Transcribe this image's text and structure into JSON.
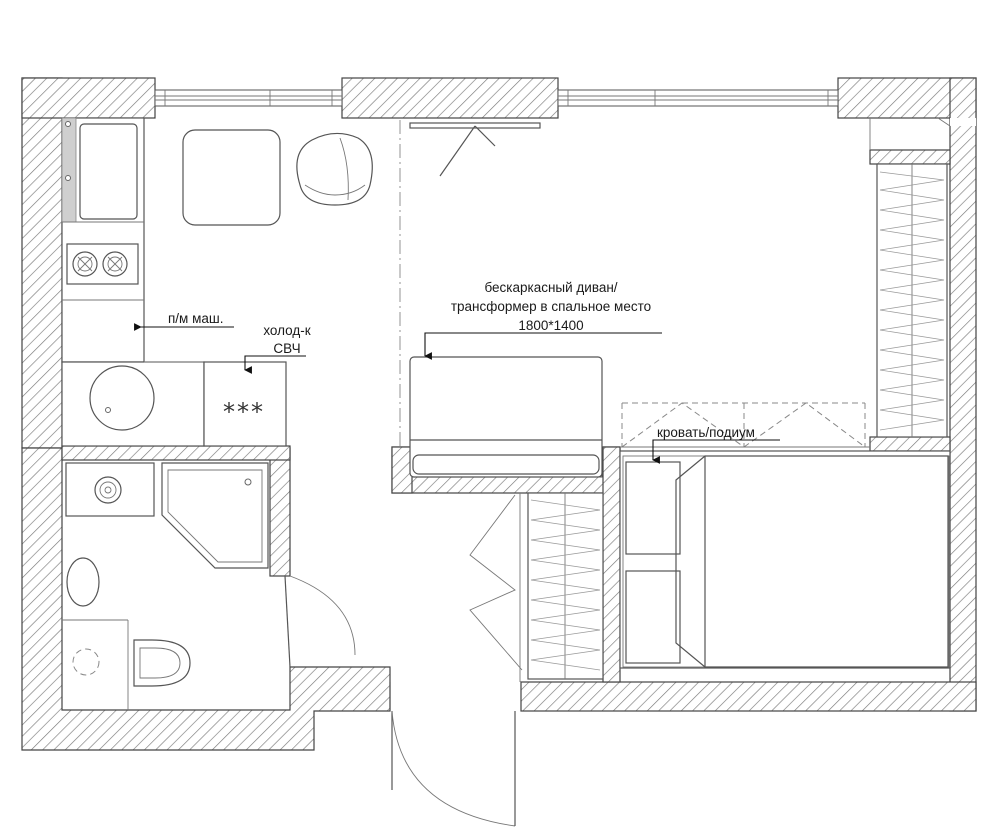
{
  "labels": {
    "sofa_line1": "бескаркасный диван/",
    "sofa_line2": "трансформер в спальное место",
    "sofa_line3": "1800*1400",
    "washing_machine": "п/м маш.",
    "fridge_line1": "холод-к",
    "fridge_line2": "СВЧ",
    "fridge_stars": "***",
    "bed": "кровать/подиум"
  },
  "colors": {
    "wall_hatch": "#777777",
    "line": "#555555",
    "leader": "#111111",
    "background": "#ffffff"
  }
}
